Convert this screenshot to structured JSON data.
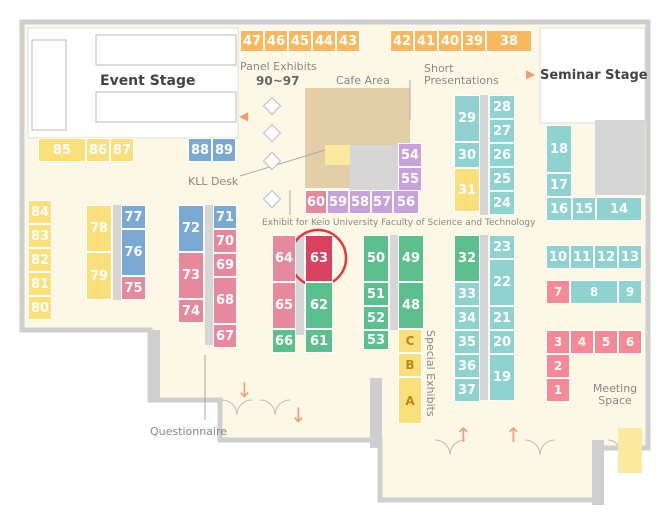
{
  "colors": {
    "floor": "#fdf7e6",
    "wall": "#cfcfcf",
    "orange": "#f9b85c",
    "yellow": "#fbe07a",
    "blue": "#7aaad3",
    "pink": "#e6889e",
    "green": "#5cbf8e",
    "teal": "#8fd3d0",
    "purple": "#c7a2dc",
    "salmon": "#f58a96",
    "red": "#d9415e",
    "lightyellow": "#fbe9a0",
    "grey": "#bdbdbd",
    "circle": "#e23a3a"
  },
  "labels": {
    "event_stage": "Event Stage",
    "seminar_stage": "Seminar Stage",
    "panel_exhibits": "Panel Exhibits",
    "panel_exhibits_range": "90~97",
    "cafe_area": "Cafe Area",
    "short_presentations": "Short Presentations",
    "kll_desk": "KLL Desk",
    "faculty_exhibit": "Exhibit for Keio University Faculty of Science and Technology",
    "special_exhibits": "Special Exhibits",
    "questionnaire": "Questionnaire",
    "meeting_space": "Meeting Space"
  },
  "highlight_booth": "63",
  "booths": [
    {
      "id": "47",
      "color": "orange"
    },
    {
      "id": "46",
      "color": "orange"
    },
    {
      "id": "45",
      "color": "orange"
    },
    {
      "id": "44",
      "color": "orange"
    },
    {
      "id": "43",
      "color": "orange"
    },
    {
      "id": "42",
      "color": "orange"
    },
    {
      "id": "41",
      "color": "orange"
    },
    {
      "id": "40",
      "color": "orange"
    },
    {
      "id": "39",
      "color": "orange"
    },
    {
      "id": "38",
      "color": "orange"
    },
    {
      "id": "85",
      "color": "yellow"
    },
    {
      "id": "86",
      "color": "yellow"
    },
    {
      "id": "87",
      "color": "yellow"
    },
    {
      "id": "88",
      "color": "blue"
    },
    {
      "id": "89",
      "color": "blue"
    },
    {
      "id": "84",
      "color": "yellow"
    },
    {
      "id": "83",
      "color": "yellow"
    },
    {
      "id": "82",
      "color": "yellow"
    },
    {
      "id": "81",
      "color": "yellow"
    },
    {
      "id": "80",
      "color": "yellow"
    },
    {
      "id": "78",
      "color": "yellow"
    },
    {
      "id": "79",
      "color": "yellow"
    },
    {
      "id": "77",
      "color": "blue"
    },
    {
      "id": "76",
      "color": "blue"
    },
    {
      "id": "75",
      "color": "pink"
    },
    {
      "id": "72",
      "color": "blue"
    },
    {
      "id": "73",
      "color": "pink"
    },
    {
      "id": "74",
      "color": "pink"
    },
    {
      "id": "71",
      "color": "blue"
    },
    {
      "id": "70",
      "color": "pink"
    },
    {
      "id": "69",
      "color": "pink"
    },
    {
      "id": "68",
      "color": "pink"
    },
    {
      "id": "67",
      "color": "pink"
    },
    {
      "id": "64",
      "color": "pink"
    },
    {
      "id": "65",
      "color": "pink"
    },
    {
      "id": "66",
      "color": "green"
    },
    {
      "id": "63",
      "color": "red"
    },
    {
      "id": "62",
      "color": "green"
    },
    {
      "id": "61",
      "color": "green"
    },
    {
      "id": "60",
      "color": "pink"
    },
    {
      "id": "59",
      "color": "purple"
    },
    {
      "id": "58",
      "color": "purple"
    },
    {
      "id": "57",
      "color": "purple"
    },
    {
      "id": "56",
      "color": "purple"
    },
    {
      "id": "54",
      "color": "purple"
    },
    {
      "id": "55",
      "color": "purple"
    },
    {
      "id": "50",
      "color": "green"
    },
    {
      "id": "51",
      "color": "green"
    },
    {
      "id": "52",
      "color": "green"
    },
    {
      "id": "53",
      "color": "green"
    },
    {
      "id": "49",
      "color": "green"
    },
    {
      "id": "48",
      "color": "green"
    },
    {
      "id": "C",
      "color": "yellow"
    },
    {
      "id": "B",
      "color": "yellow"
    },
    {
      "id": "A",
      "color": "yellow"
    },
    {
      "id": "29",
      "color": "teal"
    },
    {
      "id": "30",
      "color": "teal"
    },
    {
      "id": "31",
      "color": "yellow"
    },
    {
      "id": "28",
      "color": "teal"
    },
    {
      "id": "27",
      "color": "teal"
    },
    {
      "id": "26",
      "color": "teal"
    },
    {
      "id": "25",
      "color": "teal"
    },
    {
      "id": "24",
      "color": "teal"
    },
    {
      "id": "32",
      "color": "green"
    },
    {
      "id": "33",
      "color": "teal"
    },
    {
      "id": "34",
      "color": "teal"
    },
    {
      "id": "35",
      "color": "teal"
    },
    {
      "id": "36",
      "color": "teal"
    },
    {
      "id": "37",
      "color": "teal"
    },
    {
      "id": "23",
      "color": "teal"
    },
    {
      "id": "22",
      "color": "teal"
    },
    {
      "id": "21",
      "color": "teal"
    },
    {
      "id": "20",
      "color": "teal"
    },
    {
      "id": "19",
      "color": "teal"
    },
    {
      "id": "18",
      "color": "teal"
    },
    {
      "id": "17",
      "color": "teal"
    },
    {
      "id": "16",
      "color": "teal"
    },
    {
      "id": "15",
      "color": "teal"
    },
    {
      "id": "14",
      "color": "teal"
    },
    {
      "id": "10",
      "color": "teal"
    },
    {
      "id": "11",
      "color": "teal"
    },
    {
      "id": "12",
      "color": "teal"
    },
    {
      "id": "13",
      "color": "teal"
    },
    {
      "id": "7",
      "color": "salmon"
    },
    {
      "id": "8",
      "color": "teal"
    },
    {
      "id": "9",
      "color": "teal"
    },
    {
      "id": "3",
      "color": "salmon"
    },
    {
      "id": "4",
      "color": "salmon"
    },
    {
      "id": "5",
      "color": "salmon"
    },
    {
      "id": "6",
      "color": "salmon"
    },
    {
      "id": "2",
      "color": "salmon"
    },
    {
      "id": "1",
      "color": "salmon"
    }
  ]
}
